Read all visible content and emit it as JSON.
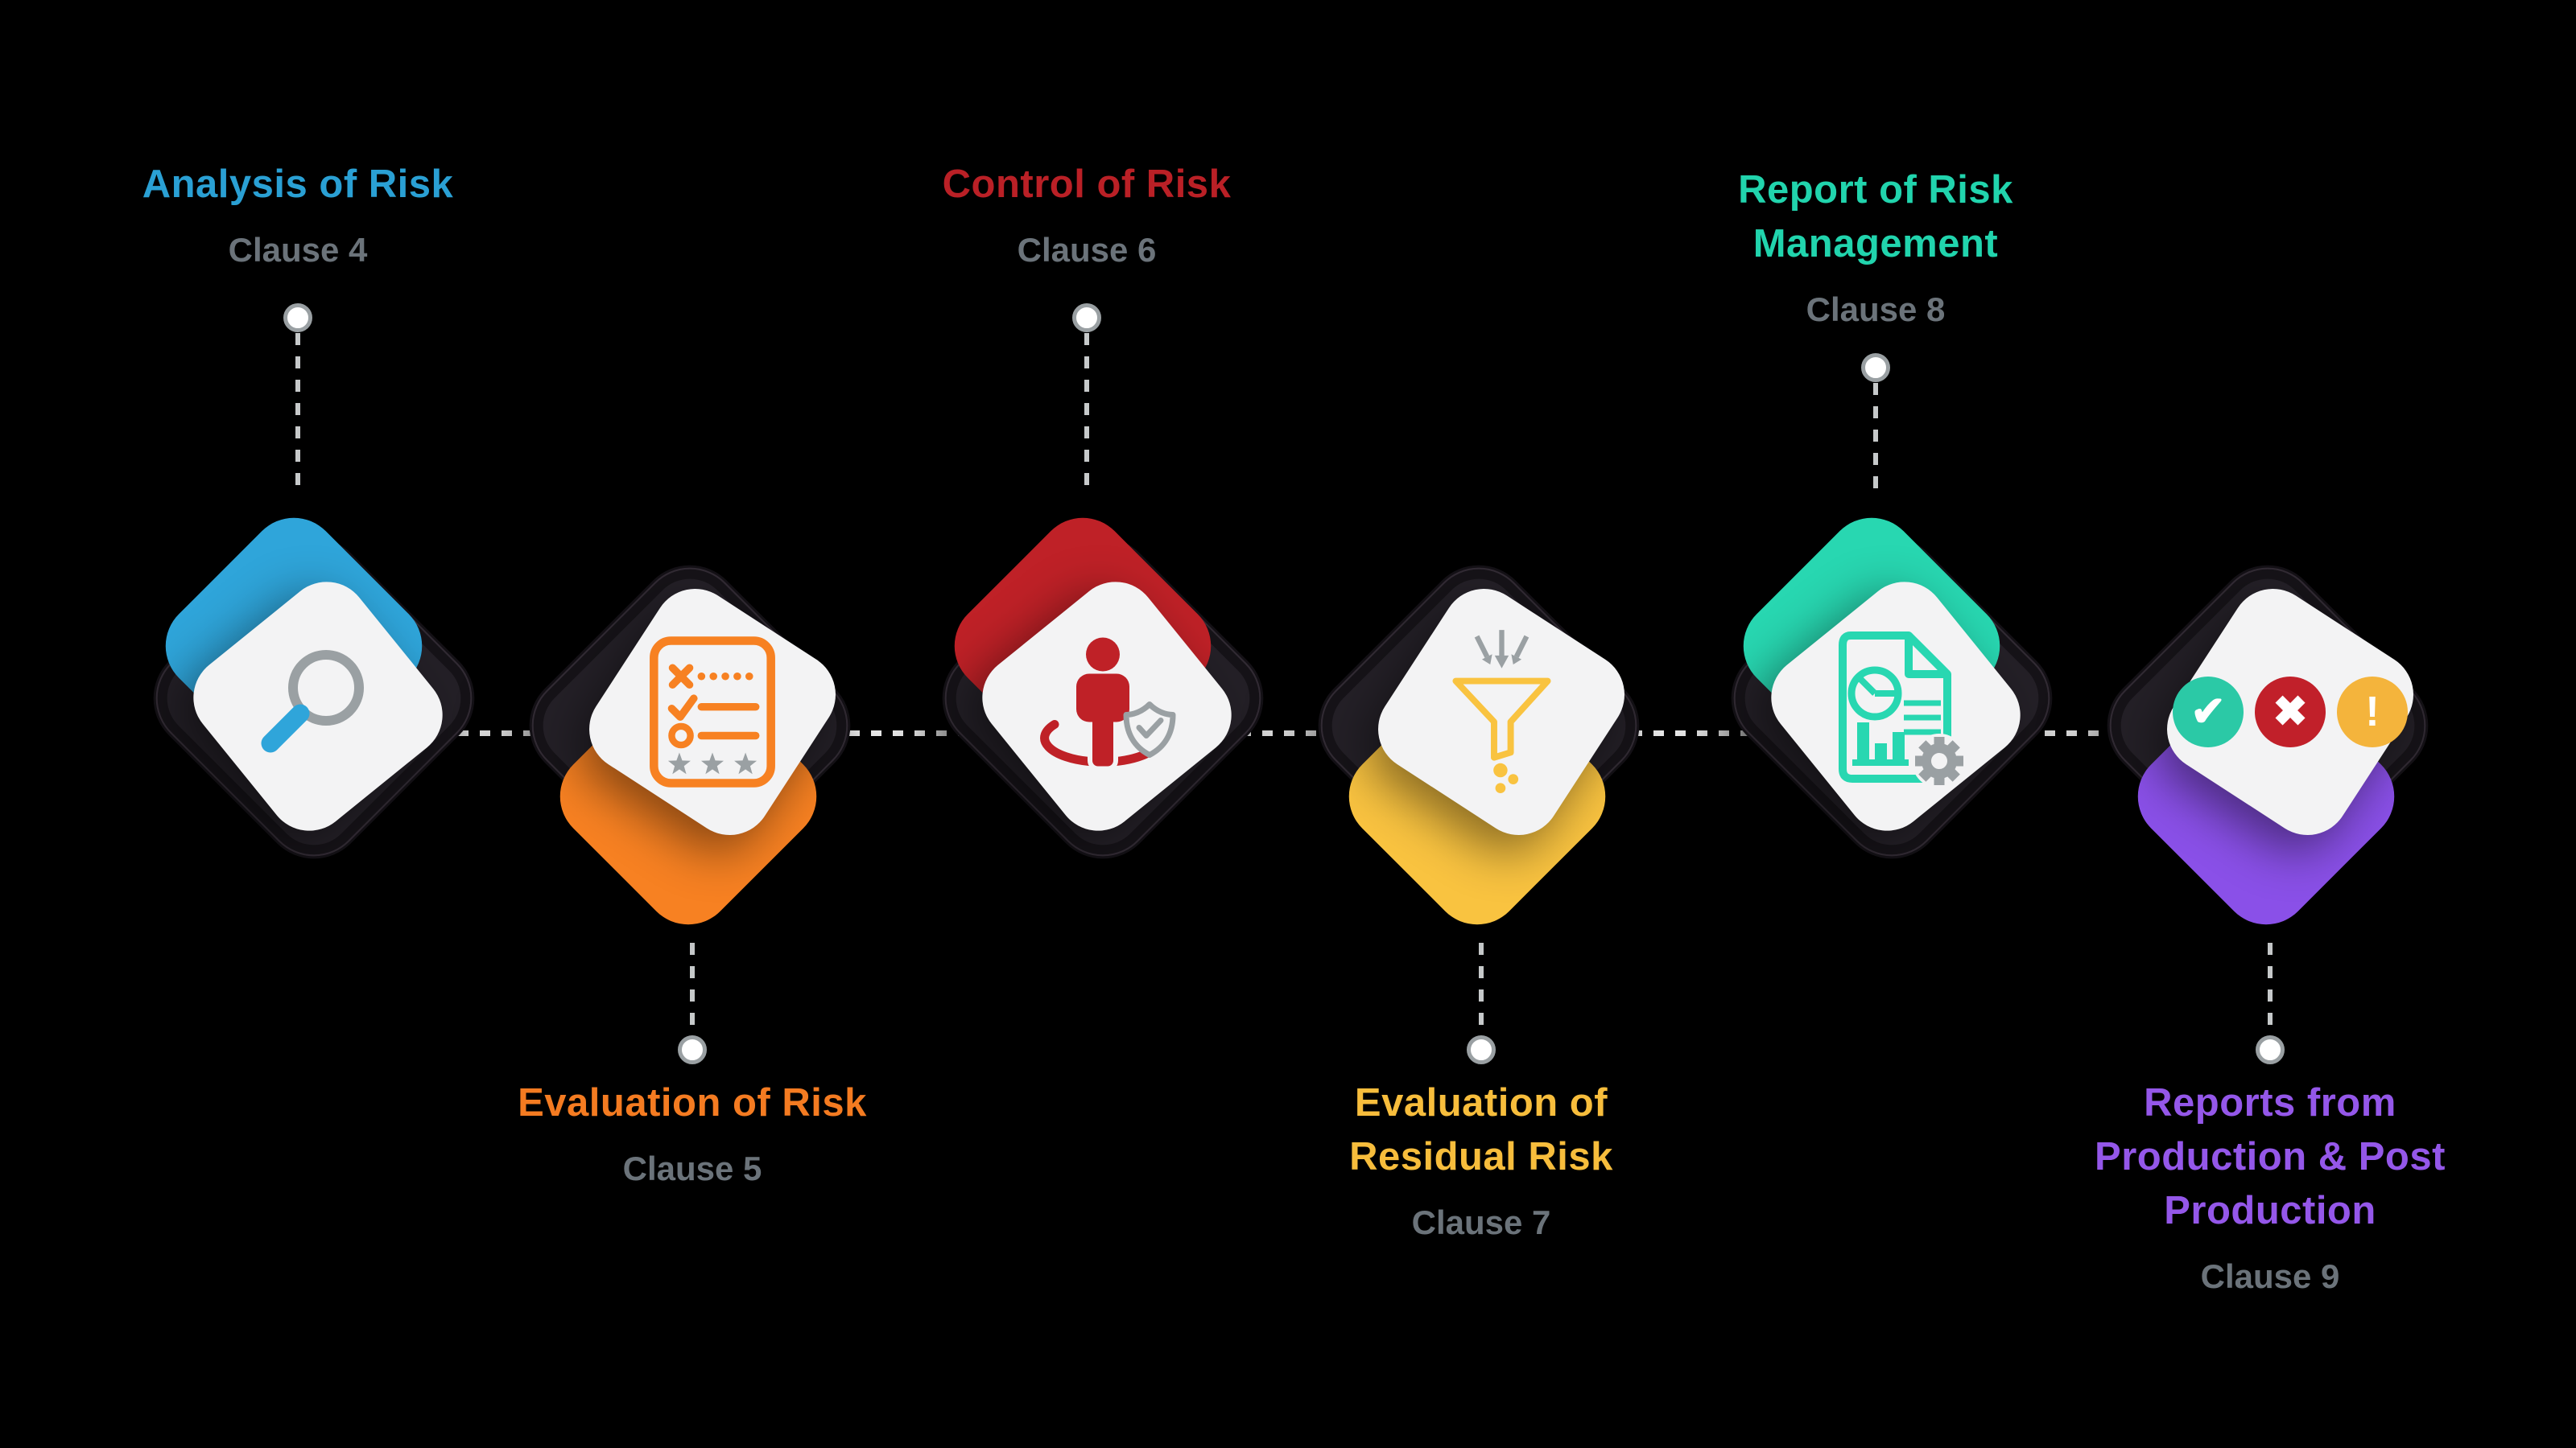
{
  "background_color": "#000000",
  "clause_color": "#6b737a",
  "connector": {
    "horizontal_dash_color": "#ececec",
    "vertical_dash_color": "#c6c9ca",
    "dot_fill": "#ffffff",
    "dot_border": "#9aa0a3"
  },
  "modules": [
    {
      "title": "Analysis of Risk",
      "clause": "Clause 4",
      "label_position": "top",
      "color": "#2fa5da",
      "title_color": "#2aa0d4",
      "icon": "magnifier-icon"
    },
    {
      "title": "Evaluation of Risk",
      "clause": "Clause 5",
      "label_position": "bottom",
      "color": "#f78122",
      "title_color": "#f47b21",
      "icon": "checklist-icon"
    },
    {
      "title": "Control of Risk",
      "clause": "Clause 6",
      "label_position": "top",
      "color": "#bf2127",
      "title_color": "#ba2026",
      "icon": "person-shield-icon"
    },
    {
      "title": "Evaluation of Residual Risk",
      "clause": "Clause 7",
      "label_position": "bottom",
      "color": "#f9c340",
      "title_color": "#f7bd3c",
      "icon": "funnel-icon"
    },
    {
      "title": "Report of Risk Management",
      "clause": "Clause 8",
      "label_position": "top",
      "color": "#28d7b1",
      "title_color": "#21d4ad",
      "icon": "report-gear-icon"
    },
    {
      "title": "Reports from Production & Post Production",
      "clause": "Clause 9",
      "label_position": "bottom",
      "color": "#8a50e8",
      "title_color": "#9457e9",
      "icon": "status-circles-icon"
    }
  ],
  "status_icons": [
    {
      "name": "check",
      "glyph": "✔",
      "color": "#2bc9a6"
    },
    {
      "name": "cross",
      "glyph": "✖",
      "color": "#c1202a"
    },
    {
      "name": "exclamation",
      "glyph": "!",
      "color": "#f4b43c"
    }
  ]
}
